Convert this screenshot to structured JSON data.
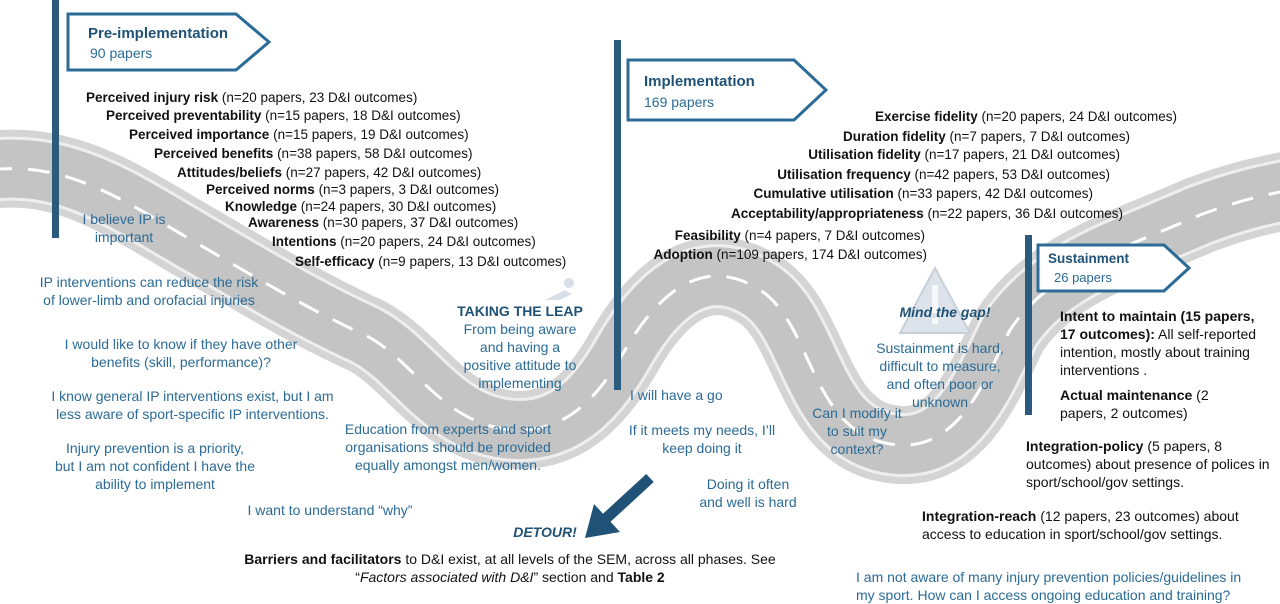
{
  "pre": {
    "title": "Pre-implementation",
    "papers": "90 papers",
    "items": [
      {
        "label": "Perceived injury risk",
        "detail": " (n=20 papers, 23 D&I outcomes)"
      },
      {
        "label": "Perceived preventability",
        "detail": " (n=15 papers, 18 D&I outcomes)"
      },
      {
        "label": "Perceived importance",
        "detail": " (n=15 papers, 19 D&I  outcomes)"
      },
      {
        "label": "Perceived benefits",
        "detail": " (n=38 papers, 58 D&I outcomes)"
      },
      {
        "label": "Attitudes/beliefs",
        "detail": " (n=27 papers, 42 D&I outcomes)"
      },
      {
        "label": "Perceived norms",
        "detail": " (n=3 papers, 3 D&I outcomes)"
      },
      {
        "label": "Knowledge",
        "detail": " (n=24 papers, 30 D&I outcomes)"
      },
      {
        "label": "Awareness",
        "detail": " (n=30 papers, 37 D&I outcomes)"
      },
      {
        "label": "Intentions",
        "detail": " (n=20 papers, 24 D&I outcomes)"
      },
      {
        "label": "Self-efficacy",
        "detail": " (n=9 papers, 13 D&I outcomes)"
      }
    ],
    "quotes": [
      "I believe IP is\nimportant",
      "IP interventions can reduce the risk\nof lower-limb and orofacial injuries",
      "I would like to know if they have other\nbenefits (skill, performance)?",
      "I know general IP interventions exist, but I am\nless aware of sport-specific IP interventions.",
      "Injury prevention is a priority,\nbut I am not confident I have the\nability  to implement",
      "I want to understand “why”"
    ]
  },
  "leap": {
    "title": "TAKING THE LEAP",
    "text": "From being aware\nand having a\npositive attitude to\nimplementing",
    "education": "Education from experts and sport\norganisations should be provided\nequally amongst men/women."
  },
  "impl": {
    "title": "Implementation",
    "papers": "169 papers",
    "items": [
      {
        "label": "Exercise fidelity",
        "detail": " (n=20 papers, 24 D&I outcomes)"
      },
      {
        "label": "Duration fidelity",
        "detail": " (n=7 papers, 7 D&I outcomes)"
      },
      {
        "label": "Utilisation fidelity",
        "detail": " (n=17 papers, 21 D&I outcomes)"
      },
      {
        "label": "Utilisation frequency",
        "detail": " (n=42 papers, 53 D&I outcomes)"
      },
      {
        "label": "Cumulative utilisation",
        "detail": " (n=33 papers, 42 D&I outcomes)"
      },
      {
        "label": "Acceptability/appropriateness",
        "detail": " (n=22 papers, 36 D&I outcomes)"
      },
      {
        "label": "Feasibility",
        "detail": " (n=4 papers, 7 D&I outcomes)"
      },
      {
        "label": "Adoption",
        "detail": " (n=109 papers, 174 D&I outcomes)"
      }
    ],
    "quotes": [
      "I will have a go",
      "If it meets my needs, I’ll\nkeep doing it",
      "Doing it often\nand well is hard",
      "Can I modify it\nto suit my\ncontext?"
    ]
  },
  "gap": {
    "title": "Mind the gap!",
    "text": "Sustainment is hard,\ndifficult to measure,\nand often poor or\nunknown"
  },
  "sus": {
    "title": "Sustainment",
    "papers": "26 papers",
    "intent_label": "Intent to maintain (15 papers,\n17 outcomes):",
    "intent_text": " All self-reported\nintention, mostly about training\ninterventions .",
    "actual_label": "Actual maintenance",
    "actual_text": " (2\npapers, 2 outcomes)",
    "policy_label": "Integration-policy",
    "policy_text": " (5 papers, 8\noutcomes) about presence of polices in\nsport/school/gov settings.",
    "reach_label": "Integration-reach",
    "reach_text": " (12 papers, 23 outcomes) about\naccess to education in sport/school/gov settings.",
    "quote": "I am not aware of many injury prevention policies/guidelines in\nmy sport. How can I access ongoing education and training?"
  },
  "detour": {
    "title": "DETOUR!",
    "bold1": "Barriers and facilitators",
    "text1": " to D&I exist, at all levels of the SEM, across all phases. See",
    "quote_open": "“",
    "italic": "Factors associated with D&I",
    "quote_close": "” section and ",
    "bold2": "Table 2"
  },
  "colors": {
    "accent": "#1f5276",
    "quote": "#2b6b96",
    "road": "#d3d3d3",
    "pole": "#2a5b7c"
  }
}
